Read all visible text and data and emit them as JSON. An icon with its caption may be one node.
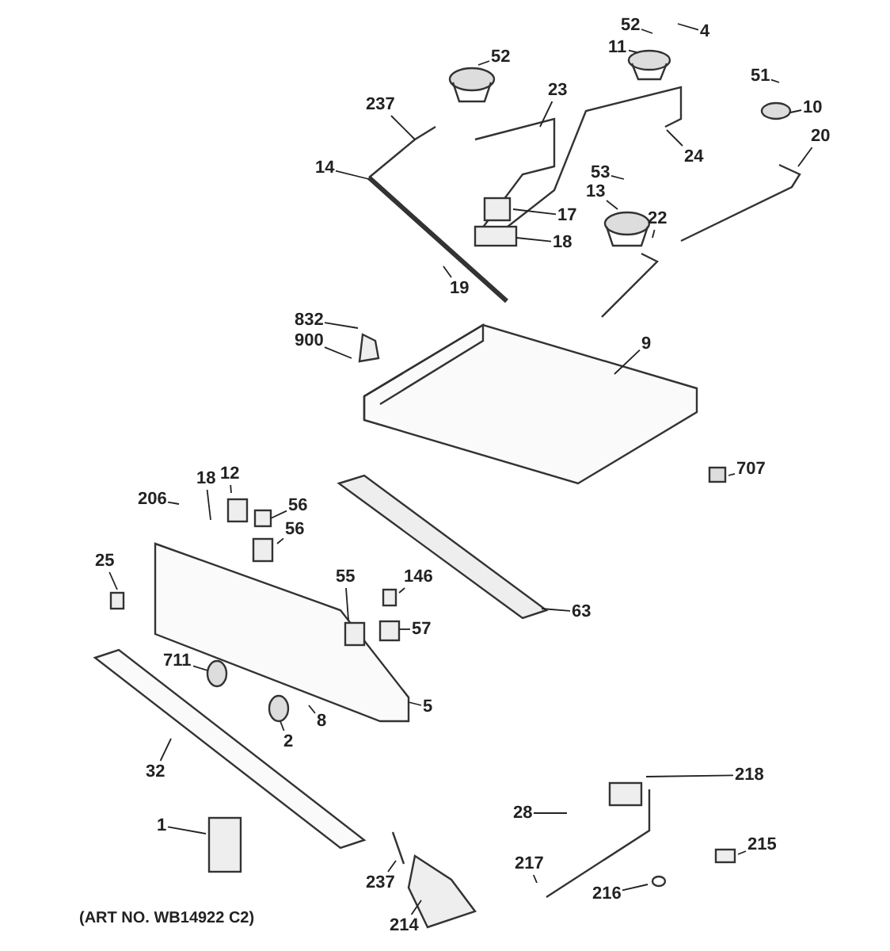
{
  "diagram": {
    "nodes": [
      {
        "text": [
          "52"
        ]
      },
      {
        "text": [
          "4"
        ]
      },
      {
        "text": [
          "11"
        ]
      },
      {
        "text": [
          "52"
        ]
      },
      {
        "text": [
          "51"
        ]
      },
      {
        "text": [
          "23"
        ]
      },
      {
        "text": [
          "237"
        ]
      },
      {
        "text": [
          "10"
        ]
      },
      {
        "text": [
          "20"
        ]
      },
      {
        "text": [
          "24"
        ]
      },
      {
        "text": [
          "14"
        ]
      },
      {
        "text": [
          "53"
        ]
      },
      {
        "text": [
          "13"
        ]
      },
      {
        "text": [
          "17"
        ]
      },
      {
        "text": [
          "22"
        ]
      },
      {
        "text": [
          "18"
        ]
      },
      {
        "text": [
          "19"
        ]
      },
      {
        "text": [
          "832"
        ]
      },
      {
        "text": [
          "900"
        ]
      },
      {
        "text": [
          "9"
        ]
      },
      {
        "text": [
          "707"
        ]
      },
      {
        "text": [
          "12"
        ]
      },
      {
        "text": [
          "18"
        ]
      },
      {
        "text": [
          "206"
        ]
      },
      {
        "text": [
          "56"
        ]
      },
      {
        "text": [
          "56"
        ]
      },
      {
        "text": [
          "25"
        ]
      },
      {
        "text": [
          "55"
        ]
      },
      {
        "text": [
          "146"
        ]
      },
      {
        "text": [
          "63"
        ]
      },
      {
        "text": [
          "57"
        ]
      },
      {
        "text": [
          "711"
        ]
      },
      {
        "text": [
          "5"
        ]
      },
      {
        "text": [
          "8"
        ]
      },
      {
        "text": [
          "2"
        ]
      },
      {
        "text": [
          "32"
        ]
      },
      {
        "text": [
          "218"
        ]
      },
      {
        "text": [
          "28"
        ]
      },
      {
        "text": [
          "1"
        ]
      },
      {
        "text": [
          "215"
        ]
      },
      {
        "text": [
          "217"
        ]
      },
      {
        "text": [
          "237"
        ]
      },
      {
        "text": [
          "216"
        ]
      },
      {
        "text": [
          "214"
        ]
      }
    ],
    "edges": [
      {
        "from": 0,
        "to": null,
        "arrow": "none"
      },
      {
        "from": 1,
        "to": null,
        "arrow": "none"
      },
      {
        "from": 2,
        "to": null,
        "arrow": "none"
      },
      {
        "from": 3,
        "to": null,
        "arrow": "none"
      },
      {
        "from": 4,
        "to": null,
        "arrow": "none"
      },
      {
        "from": 5,
        "to": null,
        "arrow": "none"
      },
      {
        "from": 6,
        "to": null,
        "arrow": "none"
      },
      {
        "from": 7,
        "to": null,
        "arrow": "none"
      },
      {
        "from": 8,
        "to": null,
        "arrow": "none"
      },
      {
        "from": 9,
        "to": null,
        "arrow": "none"
      },
      {
        "from": 10,
        "to": null,
        "arrow": "none"
      },
      {
        "from": 11,
        "to": null,
        "arrow": "none"
      },
      {
        "from": 12,
        "to": null,
        "arrow": "none"
      },
      {
        "from": 13,
        "to": null,
        "arrow": "none"
      },
      {
        "from": 14,
        "to": null,
        "arrow": "none"
      },
      {
        "from": 15,
        "to": null,
        "arrow": "none"
      },
      {
        "from": 16,
        "to": null,
        "arrow": "none"
      },
      {
        "from": 17,
        "to": null,
        "arrow": "none"
      },
      {
        "from": 18,
        "to": null,
        "arrow": "none"
      },
      {
        "from": 19,
        "to": null,
        "arrow": "none"
      },
      {
        "from": 20,
        "to": null,
        "arrow": "none"
      },
      {
        "from": 21,
        "to": null,
        "arrow": "none"
      },
      {
        "from": 22,
        "to": null,
        "arrow": "none"
      },
      {
        "from": 23,
        "to": null,
        "arrow": "none"
      },
      {
        "from": 24,
        "to": null,
        "arrow": "none"
      },
      {
        "from": 25,
        "to": null,
        "arrow": "none"
      },
      {
        "from": 26,
        "to": null,
        "arrow": "none"
      },
      {
        "from": 27,
        "to": null,
        "arrow": "none"
      },
      {
        "from": 28,
        "to": null,
        "arrow": "none"
      },
      {
        "from": 29,
        "to": null,
        "arrow": "none"
      },
      {
        "from": 30,
        "to": null,
        "arrow": "none"
      },
      {
        "from": 31,
        "to": null,
        "arrow": "none"
      },
      {
        "from": 32,
        "to": null,
        "arrow": "none"
      },
      {
        "from": 33,
        "to": null,
        "arrow": "none"
      },
      {
        "from": 34,
        "to": null,
        "arrow": "none"
      },
      {
        "from": 35,
        "to": null,
        "arrow": "none"
      },
      {
        "from": 36,
        "to": null,
        "arrow": "none"
      },
      {
        "from": 37,
        "to": null,
        "arrow": "none"
      },
      {
        "from": 38,
        "to": null,
        "arrow": "none"
      },
      {
        "from": 39,
        "to": null,
        "arrow": "none"
      },
      {
        "from": 40,
        "to": null,
        "arrow": "none"
      },
      {
        "from": 41,
        "to": null,
        "arrow": "none"
      },
      {
        "from": 42,
        "to": null,
        "arrow": "none"
      },
      {
        "from": 43,
        "to": null,
        "arrow": "none"
      }
    ],
    "labels": [
      "(ART NO. WB14922 C2)"
    ]
  }
}
